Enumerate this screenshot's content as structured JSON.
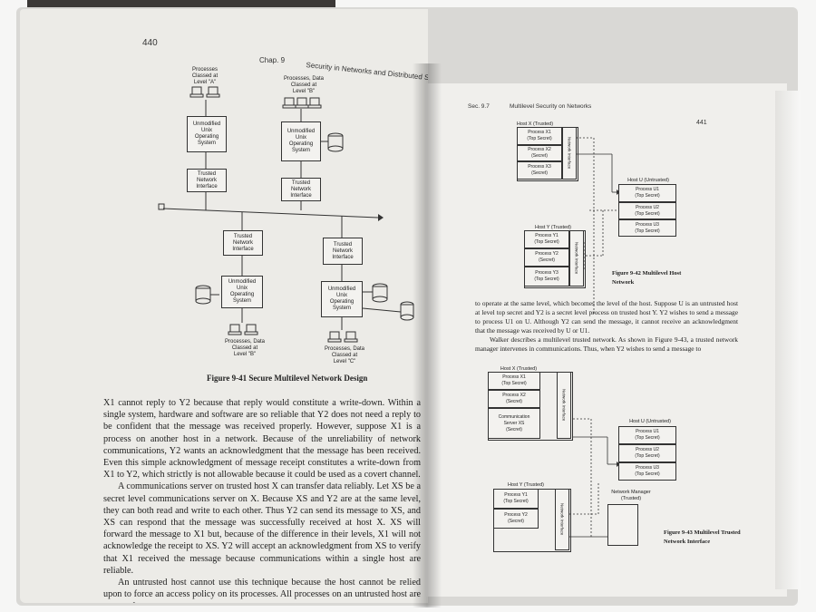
{
  "left_page": {
    "page_number": "440",
    "header_chapter": "Chap. 9",
    "header_title": "Security in Networks and Distributed Systems",
    "figure": {
      "top_left_label": "Processes\nClassed at\nLevel \"A\"",
      "top_right_label": "Processes, Data\nClassed at\nLevel \"B\"",
      "unix_box": "Unmodified\nUnix\nOperating\nSystem",
      "trusted_box": "Trusted\nNetwork\nInterface",
      "bottom_left_label": "Processes, Data\nClassed at\nLevel \"B\"",
      "bottom_right_label": "Processes, Data\nClassed at\nLevel \"C\"",
      "caption": "Figure 9-41   Secure Multilevel Network Design"
    },
    "paragraph1": "X1 cannot reply to Y2 because that reply would constitute a write-down. Within a single system, hardware and software are so reliable that Y2 does not need a reply to be confident that the message was received properly. However, suppose X1 is a process on another host in a network. Because of the unreliability of network communications, Y2 wants an acknowledgment that the message has been received. Even this simple acknowledgment of message receipt constitutes a write-down from X1 to Y2, which strictly is not allowable because it could be used as a covert channel.",
    "paragraph2": "A communications server on trusted host X can transfer data reliably. Let XS be a secret level communications server on X. Because XS and Y2 are at the same level, they can both read and write to each other. Thus Y2 can send its message to XS, and XS can respond that the message was successfully received at host X. XS will forward the message to X1 but, because of the difference in their levels, X1 will not acknowledge the receipt to XS. Y2 will accept an acknowledgment from XS to verify that X1 received the message because communications within a single host are reliable.",
    "paragraph3": "An untrusted host cannot use this technique because the host cannot be relied upon to force an access policy on its processes. All processes on an untrusted host are assumed"
  },
  "right_page": {
    "header_section": "Sec. 9.7",
    "header_title": "Multilevel Security on Networks",
    "page_number": "441",
    "fig42": {
      "host_x": "Host X (Trusted)",
      "x1": "Process X1\n(Top Secret)",
      "x2": "Process X2\n(Secret)",
      "x3": "Process X3\n(Secret)",
      "net_iface": "Network Interface",
      "host_u": "Host U (Untrusted)",
      "u1": "Process U1\n(Top Secret)",
      "u2": "Process U2\n(Top Secret)",
      "u3": "Process U3\n(Top Secret)",
      "host_y": "Host Y (Trusted)",
      "y1": "Process Y1\n(Top Secret)",
      "y2": "Process Y2\n(Secret)",
      "y3": "Process Y3\n(Top Secret)",
      "caption_line1": "Figure 9-42   Multilevel Host",
      "caption_line2": "Network"
    },
    "paragraph1": "to operate at the same level, which becomes the level of the host. Suppose U is an untrusted host at level top secret and Y2 is a secret level process on trusted host Y. Y2 wishes to send a message to process U1 on U. Although Y2 can send the message, it cannot receive an acknowledgment that the message was received by U or U1.",
    "paragraph2": "Walker describes a multilevel trusted network. As shown in Figure 9-43, a trusted network manager intervenes in communications. Thus, when Y2 wishes to send a message to",
    "fig43": {
      "host_x": "Host X (Trusted)",
      "x1": "Process X1\n(Top Secret)",
      "x2": "Process X2\n(Secret)",
      "xs": "Communication\nServer XS\n(Secret)",
      "net_iface": "Network Interface",
      "host_u": "Host U (Untrusted)",
      "u1": "Process U1\n(Top Secret)",
      "u2": "Process U2\n(Top Secret)",
      "u3": "Process U3\n(Top Secret)",
      "host_y": "Host Y (Trusted)",
      "y1": "Process Y1\n(Top Secret)",
      "y2": "Process Y2\n(Secret)",
      "manager": "Network Manager\n(Trusted)",
      "caption_line1": "Figure 9-43   Multilevel Trusted",
      "caption_line2": "Network Interface"
    }
  }
}
